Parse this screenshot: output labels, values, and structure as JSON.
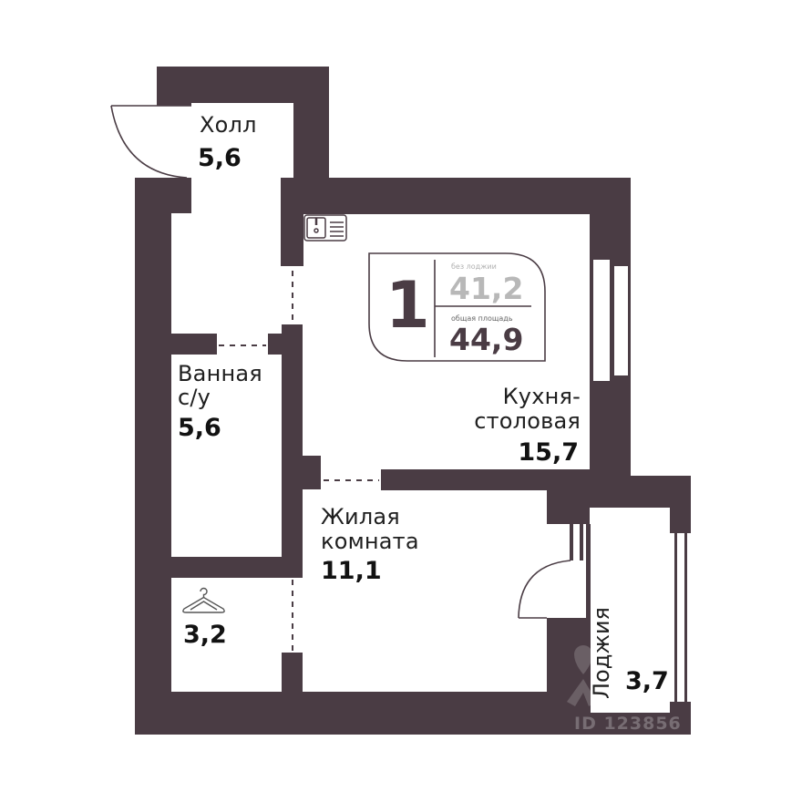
{
  "plan": {
    "wall_color": "#4a3c44",
    "rooms_count": "1",
    "area_without_loggia_label": "без лоджии",
    "area_without_loggia": "41,2",
    "total_area_label": "общая площадь",
    "total_area": "44,9",
    "watermark": "ID 123856",
    "rooms": [
      {
        "name": "Холл",
        "area": "5,6"
      },
      {
        "name_line1": "Ванная",
        "name_line2": "с/у",
        "area": "5,6"
      },
      {
        "name_line1": "Кухня-",
        "name_line2": "столовая",
        "area": "15,7"
      },
      {
        "name_line1": "Жилая",
        "name_line2": "комната",
        "area": "11,1"
      },
      {
        "name": "",
        "area": "3,2",
        "icon": "hanger-icon"
      },
      {
        "name": "Лоджия",
        "area": "3,7"
      }
    ],
    "icons": [
      "sink-icon",
      "hanger-icon",
      "location-pin-icon"
    ]
  }
}
